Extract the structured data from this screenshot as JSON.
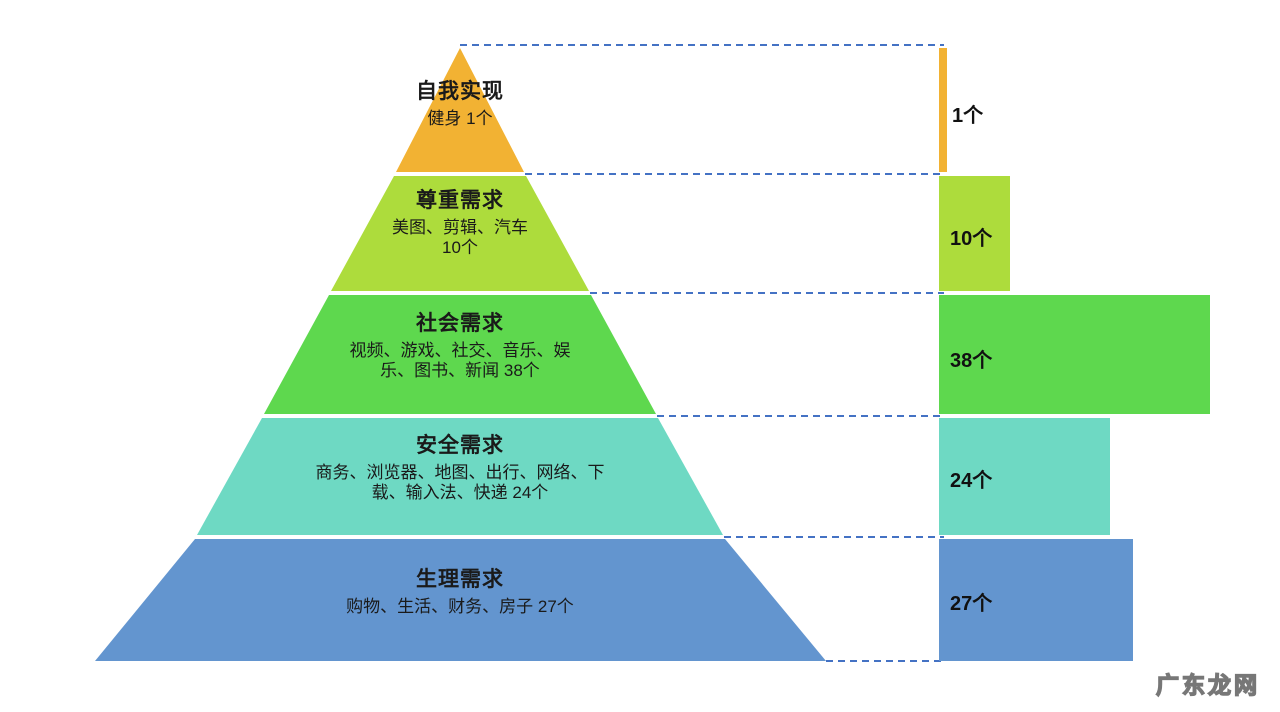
{
  "chart_data": {
    "type": "bar",
    "title": "",
    "xlabel": "",
    "ylabel": "",
    "orientation": "horizontal",
    "categories": [
      "自我实现",
      "尊重需求",
      "社会需求",
      "安全需求",
      "生理需求"
    ],
    "values": [
      1,
      10,
      38,
      24,
      27
    ],
    "value_labels": [
      "1个",
      "10个",
      "38个",
      "24个",
      "27个"
    ],
    "xlim": [
      0,
      38
    ],
    "grid": false,
    "legend": "none",
    "colors": [
      "#f2b233",
      "#addc3c",
      "#5ed84e",
      "#6ed9c3",
      "#6395cf"
    ]
  },
  "pyramid": {
    "levels": [
      {
        "id": "self-actualization",
        "title": "自我实现",
        "desc": "健身 1个",
        "count": 1,
        "count_label": "1个",
        "color": "#f2b233"
      },
      {
        "id": "esteem",
        "title": "尊重需求",
        "desc": "美图、剪辑、汽车\n10个",
        "desc_line1": "美图、剪辑、汽车",
        "desc_line2": "10个",
        "count": 10,
        "count_label": "10个",
        "color": "#addc3c"
      },
      {
        "id": "social",
        "title": "社会需求",
        "desc_line1": "视频、游戏、社交、音乐、娱",
        "desc_line2": "乐、图书、新闻 38个",
        "count": 38,
        "count_label": "38个",
        "color": "#5ed84e"
      },
      {
        "id": "safety",
        "title": "安全需求",
        "desc_line1": "商务、浏览器、地图、出行、网络、下",
        "desc_line2": "载、输入法、快递 24个",
        "count": 24,
        "count_label": "24个",
        "color": "#6ed9c3"
      },
      {
        "id": "physiological",
        "title": "生理需求",
        "desc_line1": "购物、生活、财务、房子 27个",
        "desc_line2": "",
        "count": 27,
        "count_label": "27个",
        "color": "#6395cf"
      }
    ]
  },
  "connectors": {
    "color": "#4472c4",
    "style": "dashed"
  },
  "watermark": {
    "text": "广东龙网"
  }
}
